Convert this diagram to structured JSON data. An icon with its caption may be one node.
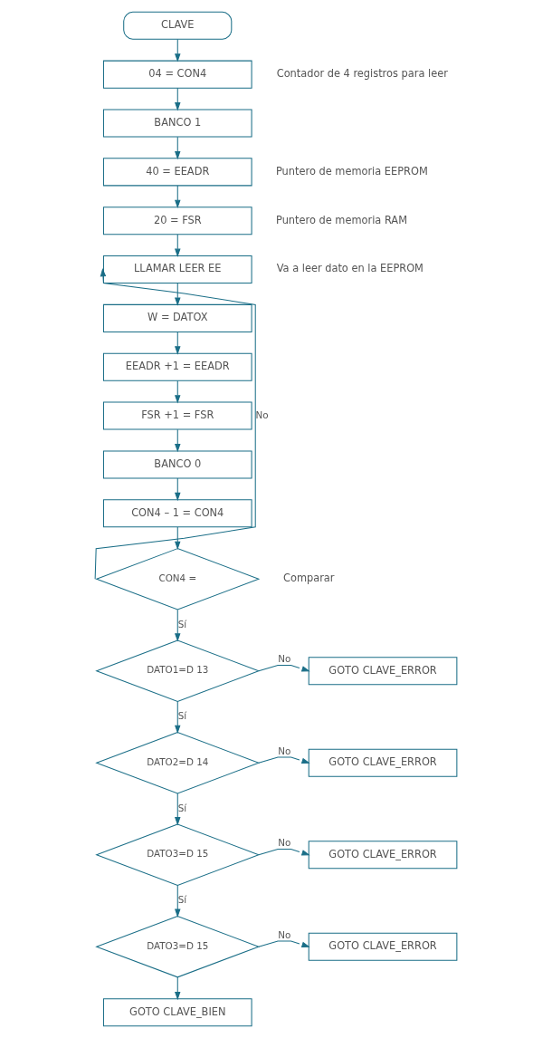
{
  "diagram": {
    "nodes": [
      {
        "text": [
          "CLAVE"
        ]
      },
      {
        "text": [
          "04 = CON4"
        ],
        "beside": [
          "Contador de 4 registros para leer"
        ]
      },
      {
        "text": [
          "BANCO 1"
        ]
      },
      {
        "text": [
          "40 = EEADR"
        ],
        "beside": [
          "Puntero de memoria EEPROM"
        ]
      },
      {
        "text": [
          "20 = FSR"
        ],
        "beside": [
          "Puntero de memoria RAM"
        ]
      },
      {
        "text": [
          "LLAMAR LEER EE"
        ],
        "beside": [
          "Va a leer dato en la EEPROM"
        ]
      },
      {
        "text": [
          "W = DATOX"
        ]
      },
      {
        "text": [
          "EEADR +1 = EEADR"
        ]
      },
      {
        "text": [
          "FSR +1 = FSR"
        ]
      },
      {
        "text": [
          "BANCO 0"
        ]
      },
      {
        "text": [
          "CON4 – 1 = CON4"
        ]
      },
      {
        "text": [
          "CON4 ="
        ],
        "beside": [
          "Comparar"
        ]
      },
      {
        "text": [
          "DATO1=D 13"
        ]
      },
      {
        "text": [
          "GOTO CLAVE_ERROR"
        ]
      },
      {
        "text": [
          "DATO2=D 14"
        ]
      },
      {
        "text": [
          "GOTO CLAVE_ERROR"
        ]
      },
      {
        "text": [
          "DATO3=D 15"
        ]
      },
      {
        "text": [
          "GOTO CLAVE_ERROR"
        ]
      },
      {
        "text": [
          "DATO3=D 15"
        ]
      },
      {
        "text": [
          "GOTO CLAVE_ERROR"
        ]
      },
      {
        "text": [
          "GOTO CLAVE_BIEN"
        ]
      }
    ],
    "edges": [
      {
        "from": 0,
        "to": 1,
        "arrow": "to"
      },
      {
        "from": 1,
        "to": 2,
        "arrow": "to"
      },
      {
        "from": 2,
        "to": 3,
        "arrow": "to"
      },
      {
        "from": 3,
        "to": 4,
        "arrow": "to"
      },
      {
        "from": 4,
        "to": 5,
        "arrow": "to"
      },
      {
        "from": 5,
        "to": 6,
        "arrow": "to"
      },
      {
        "from": 6,
        "to": 7,
        "arrow": "to"
      },
      {
        "from": 7,
        "to": 8,
        "arrow": "to"
      },
      {
        "from": 8,
        "to": 9,
        "arrow": "to"
      },
      {
        "from": 9,
        "to": 10,
        "arrow": "to"
      },
      {
        "from": 10,
        "to": 11,
        "arrow": "to"
      },
      {
        "from": 11,
        "to": 5,
        "arrow": "to",
        "label": "No"
      },
      {
        "from": 11,
        "to": 12,
        "arrow": "to",
        "label": "Sí"
      },
      {
        "from": 12,
        "to": 13,
        "arrow": "to",
        "label": "No"
      },
      {
        "from": 12,
        "to": 14,
        "arrow": "to",
        "label": "Sí"
      },
      {
        "from": 14,
        "to": 15,
        "arrow": "to",
        "label": "No"
      },
      {
        "from": 14,
        "to": 16,
        "arrow": "to",
        "label": "Sí"
      },
      {
        "from": 16,
        "to": 17,
        "arrow": "to",
        "label": "No"
      },
      {
        "from": 16,
        "to": 18,
        "arrow": "to",
        "label": "Sí"
      },
      {
        "from": 18,
        "to": 19,
        "arrow": "to",
        "label": "No"
      },
      {
        "from": 18,
        "to": 20,
        "arrow": "to"
      }
    ]
  }
}
